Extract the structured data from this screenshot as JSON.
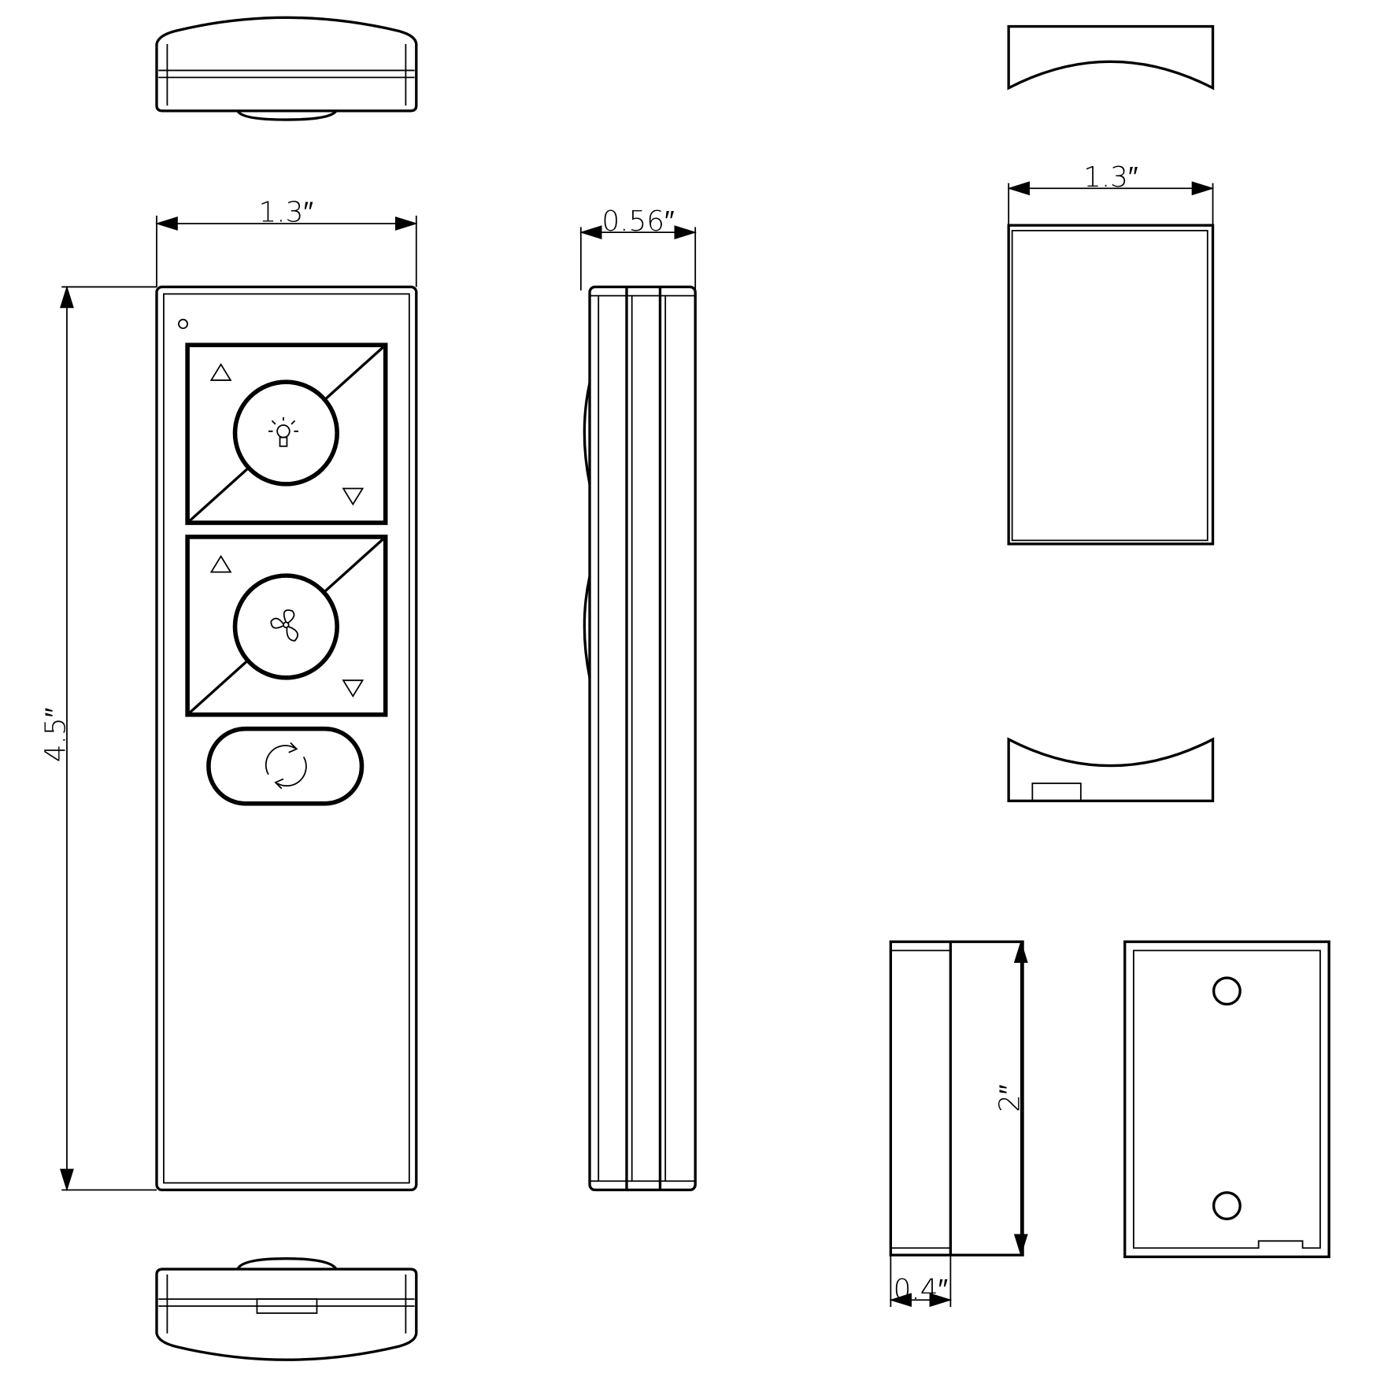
{
  "drawing": {
    "front_view": {
      "width_label": "1.3″",
      "height_label": "4.5″"
    },
    "side_view": {
      "thickness_label": "0.56″"
    },
    "battery_cover": {
      "width_label": "1.3″"
    },
    "wall_holder": {
      "height_label": "2″",
      "depth_label": "0.4″"
    },
    "icons": [
      "light-bulb-icon",
      "fan-icon",
      "reverse-arrows-icon",
      "arrow-up-icon",
      "arrow-down-icon"
    ],
    "line_color": "#000000",
    "background_color": "#ffffff"
  }
}
